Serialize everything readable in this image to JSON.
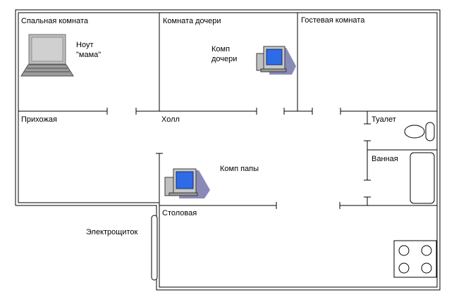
{
  "rooms": {
    "bedroom": "Спальная комната",
    "daughter_room": "Комната дочери",
    "guest_room": "Гостевая комната",
    "entrance_hall": "Прихожая",
    "hall": "Холл",
    "toilet": "Туалет",
    "bathroom": "Ванная",
    "dining_room": "Столовая"
  },
  "devices": {
    "laptop_mom": {
      "line1": "Ноут",
      "line2": "\"мама\"",
      "icon": "laptop-icon"
    },
    "pc_daughter": {
      "line1": "Комп",
      "line2": "дочери",
      "icon": "desktop-computer-icon"
    },
    "pc_dad": {
      "label": "Комп папы",
      "icon": "desktop-computer-icon"
    }
  },
  "fixtures": {
    "electrical_panel": "Электрощиток"
  },
  "colors": {
    "wall": "#000000",
    "monitor_screen": "#2e6be6",
    "computer_body": "#c8c8c8",
    "shadow": "#8a8ab8"
  }
}
